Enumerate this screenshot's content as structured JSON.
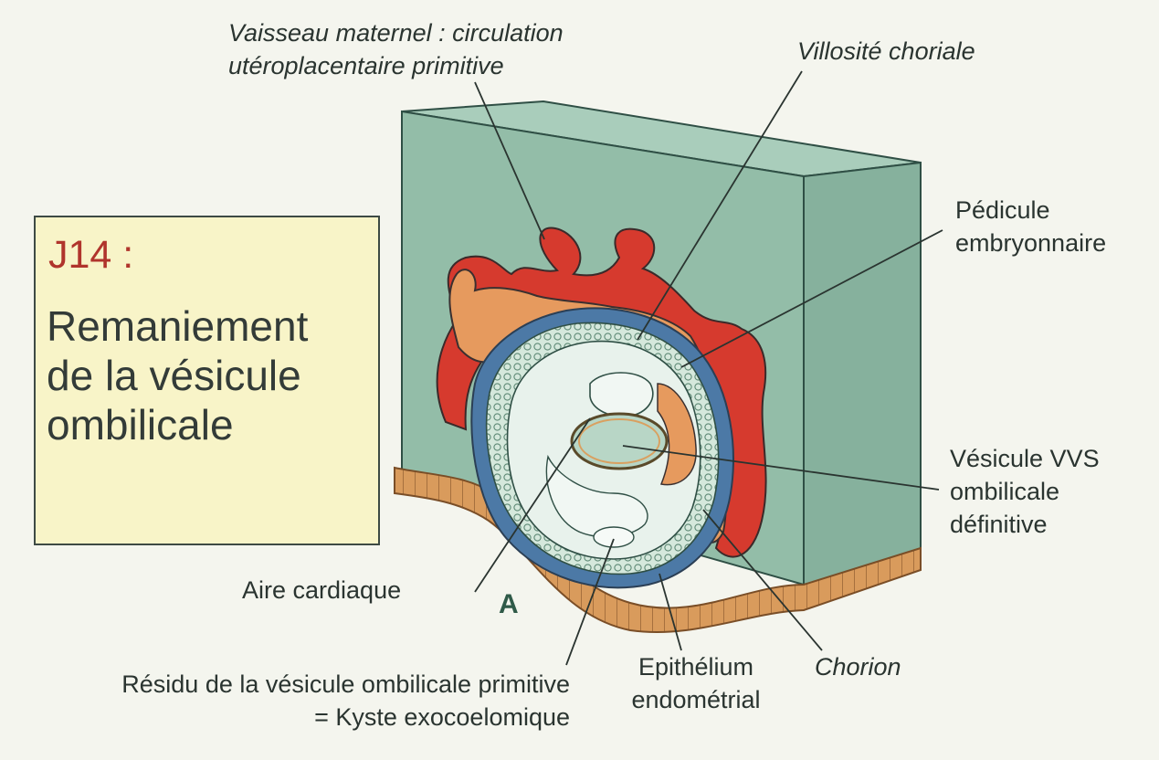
{
  "title": {
    "day": "J14 :",
    "lines": [
      "Remaniement",
      "de la vésicule",
      "ombilicale"
    ]
  },
  "labels": {
    "vaisseau": [
      "Vaisseau maternel : circulation",
      "utéroplacentaire primitive"
    ],
    "villosite": "Villosité choriale",
    "pedicule": [
      "Pédicule",
      "embryonnaire"
    ],
    "vesicule_definitive": [
      "Vésicule VVS",
      "ombilicale",
      "définitive"
    ],
    "aire_cardiaque": "Aire cardiaque",
    "residu": [
      "Résidu de la vésicule ombilicale primitive",
      "= Kyste exocoelomique"
    ],
    "epithelium": [
      "Epithélium",
      "endométrial"
    ],
    "chorion": "Chorion",
    "letter": "A"
  },
  "colors": {
    "background": "#f4f5ee",
    "title_box": "#f8f4c8",
    "title_day": "#b0342c",
    "block_front": "#93bda8",
    "block_top": "#a9cdbb",
    "block_side": "#86b19d",
    "maternal_red": "#d63a2e",
    "orange": "#e69a5e",
    "blue": "#4c79a6",
    "cells": "#cfe3d6",
    "cavity": "#e8f2ec",
    "epithelium": "#d99b5c"
  }
}
